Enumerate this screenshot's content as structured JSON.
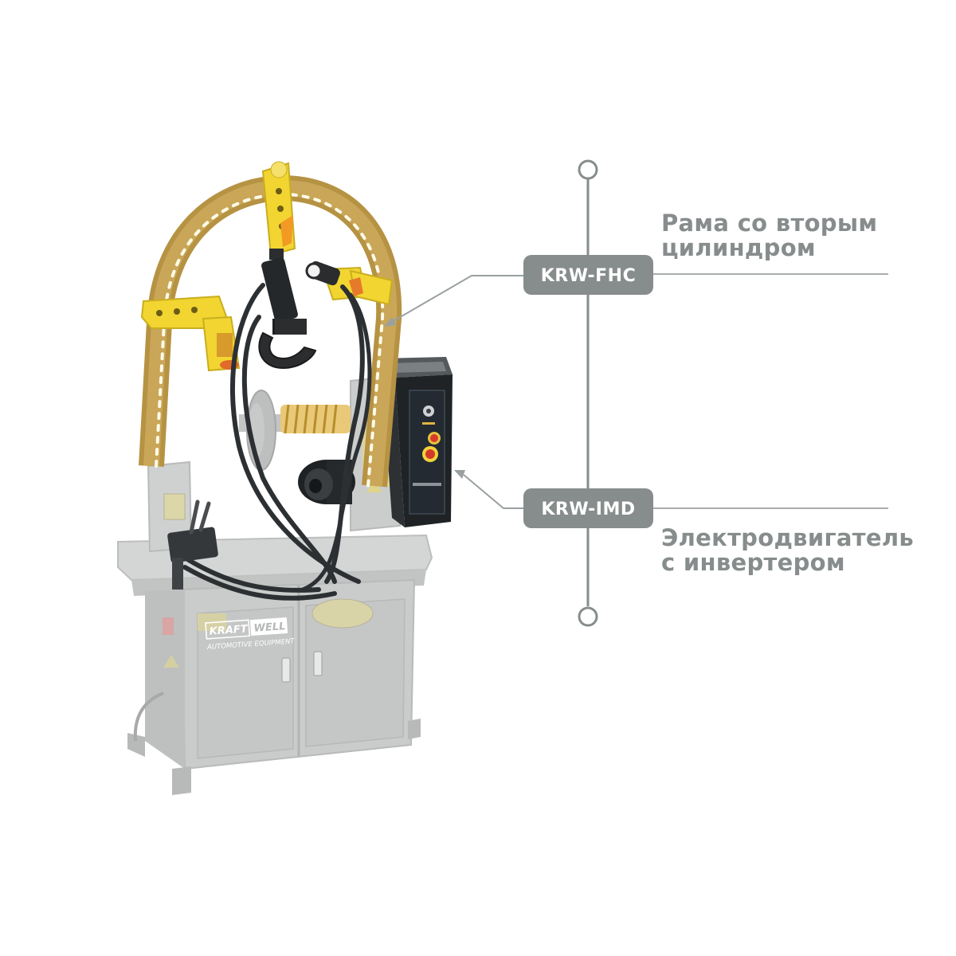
{
  "callouts": [
    {
      "code": "KRW-FHC",
      "description_lines": [
        "Рама со вторым",
        "цилиндром"
      ]
    },
    {
      "code": "KRW-IMD",
      "description_lines": [
        "Электродвигатель",
        "с инвертером"
      ]
    }
  ],
  "machine": {
    "brand_line_1": "KRAFT",
    "brand_line_2": "WELL",
    "brand_subtitle": "AUTOMOTIVE EQUIPMENT"
  },
  "colors": {
    "accent_gray": "#878c8c",
    "badge_fill": "#878c8c",
    "frame_bronze": "#b69243",
    "clamp_yellow": "#f2d531",
    "base_gray": "#c9caca",
    "panel_dark": "#1f2325"
  }
}
